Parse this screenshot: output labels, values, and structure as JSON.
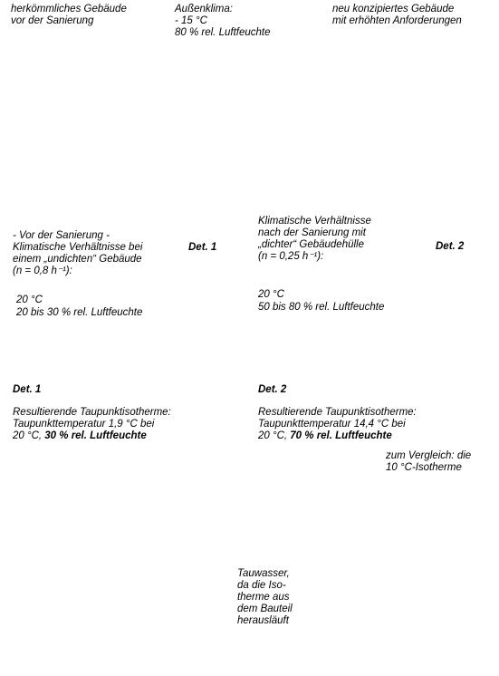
{
  "top_left_caption": [
    "herkömmliches Gebäude",
    "vor der Sanierung"
  ],
  "top_center_caption": [
    "Außenklima:",
    "- 15 °C",
    "80 % rel. Luftfeuchte"
  ],
  "top_right_caption": [
    "neu konzipiertes Gebäude",
    "mit erhöhten Anforderungen"
  ],
  "left_building": {
    "text": [
      "- Vor der Sanierung -",
      "Klimatische Verhältnisse bei",
      "einem „undichten“ Gebäude",
      "(n = 0,8 h⁻¹):"
    ],
    "indoor": [
      "20 °C",
      "20 bis 30 % rel. Luftfeuchte"
    ],
    "detail_label": "Det. 1"
  },
  "right_building": {
    "text": [
      "Klimatische Verhältnisse",
      "nach der Sanierung mit",
      "„dichter“ Gebäudehülle",
      "(n = 0,25 h⁻¹):"
    ],
    "indoor": [
      "20 °C",
      "50 bis 80 % rel. Luftfeuchte"
    ],
    "detail_label": "Det. 2"
  },
  "detail1": {
    "heading": "Det. 1",
    "lines": [
      "Resultierende Taupunktisotherme:",
      "Taupunkttemperatur 1,9 °C bei"
    ],
    "last_prefix": "20 °C, ",
    "last_bold": "30 % rel. Luftfeuchte"
  },
  "detail2": {
    "heading": "Det. 2",
    "lines": [
      "Resultierende Taupunktisotherme:",
      "Taupunkttemperatur 14,4 °C bei"
    ],
    "last_prefix": "20 °C, ",
    "last_bold": "70 % rel. Luftfeuchte",
    "compare_note": [
      "zum Vergleich: die",
      "10 °C-Isotherme"
    ],
    "condensate_note": [
      "Tauwasser,",
      "da die Iso-",
      "therme aus",
      "dem Bauteil",
      "herausläuft"
    ]
  },
  "colors": {
    "isotherm": "#e0141e",
    "ten_degree_isotherm": "#000000"
  }
}
